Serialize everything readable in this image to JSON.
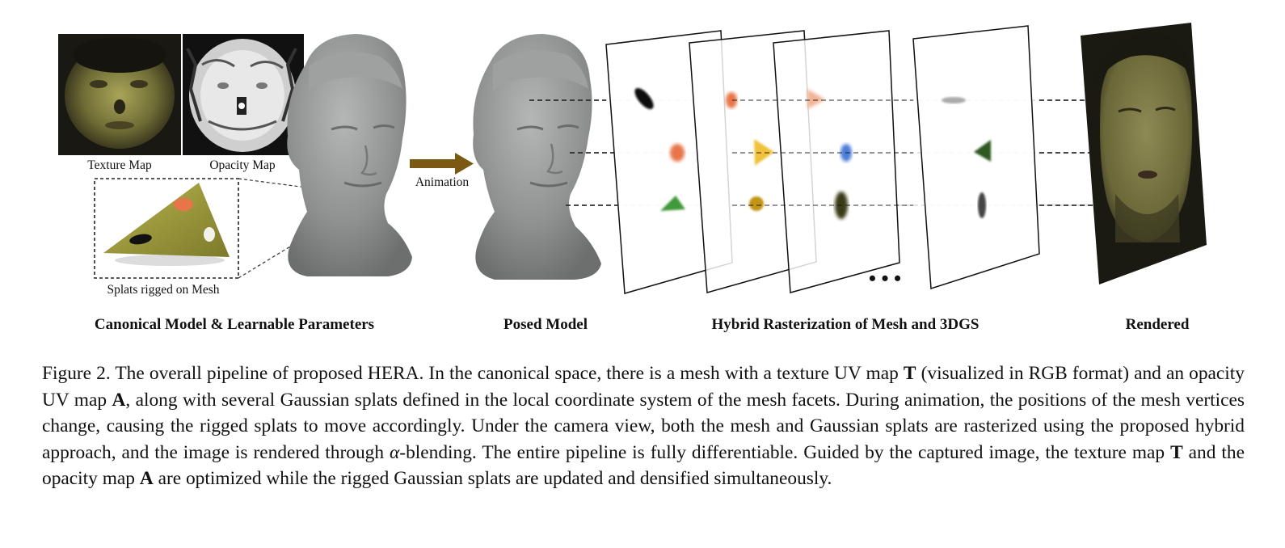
{
  "figure": {
    "labels": {
      "texture_map": "Texture Map",
      "opacity_map": "Opacity Map",
      "animation": "Animation",
      "splats_rigged": "Splats rigged on Mesh",
      "ellipsis": "• • •"
    },
    "section_titles": {
      "canonical": "Canonical Model & Learnable Parameters",
      "posed": "Posed Model",
      "hybrid": "Hybrid Rasterization of Mesh and 3DGS",
      "rendered": "Rendered"
    },
    "colors": {
      "arrow": "#7a5a12",
      "mesh_gray": "#8f9290",
      "triangle_olive": "#9b9a3c",
      "splat_orange": "#e8744a",
      "splat_green": "#3f9a3a",
      "splat_yellow": "#f0c23a",
      "splat_blue": "#4a7bd8",
      "splat_darkgreen": "#2f5a22"
    }
  },
  "caption": {
    "p1": "Figure 2. The overall pipeline of proposed HERA. In the canonical space, there is a mesh with a texture UV map ",
    "T1": "T",
    "p2": " (visualized in RGB format) and an opacity UV map ",
    "A1": "A",
    "p3": ", along with several Gaussian splats defined in the local coordinate system of the mesh facets. During animation, the positions of the mesh vertices change, causing the rigged splats to move accordingly. Under the camera view, both the mesh and Gaussian splats are rasterized using the proposed hybrid approach, and the image is rendered through ",
    "alpha": "α",
    "p4": "-blending. The entire pipeline is fully differentiable. Guided by the captured image, the texture map ",
    "T2": "T",
    "p5": " and the opacity map ",
    "A2": "A",
    "p6": " are optimized while the rigged Gaussian splats are updated and densified simultaneously."
  }
}
